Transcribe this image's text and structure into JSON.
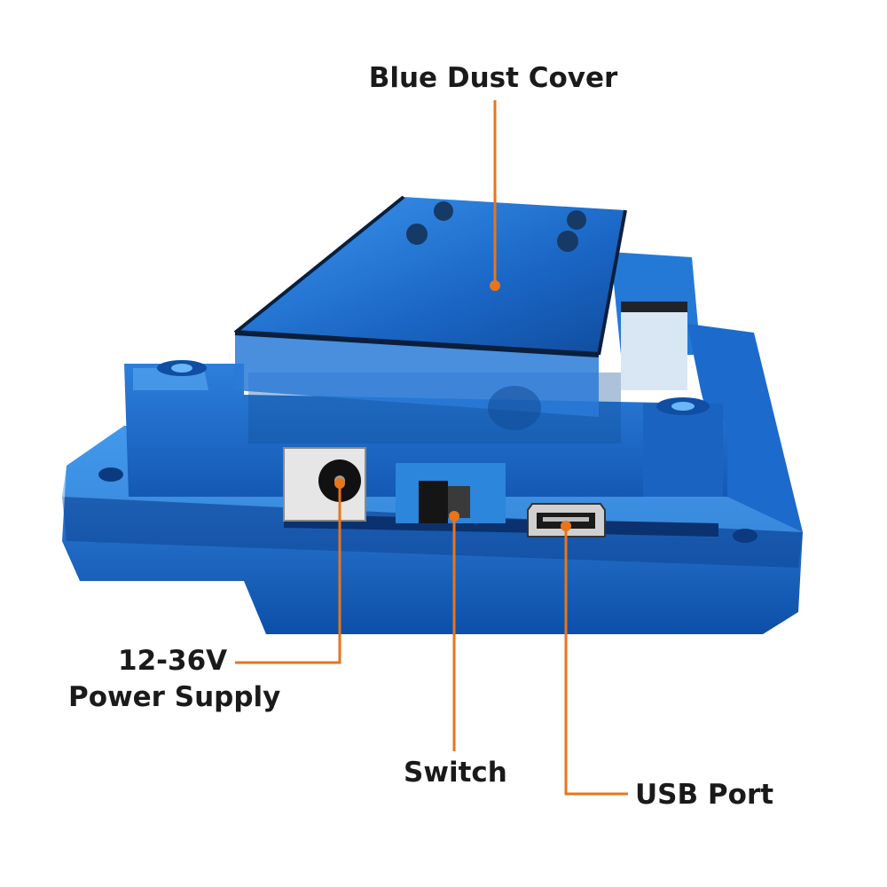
{
  "labels": {
    "cover": "Blue Dust Cover",
    "power_line1": "12-36V",
    "power_line2": "Power Supply",
    "switch": "Switch",
    "usb": "USB Port"
  },
  "colors": {
    "background": "#ffffff",
    "case_blue": "#1f6fd0",
    "case_dark": "#0a3f8a",
    "cover_blue": "#2f86e0",
    "callout": "#e8751a",
    "text": "#1a1a1a"
  },
  "icons": [
    "callout-dot-icon",
    "dc-jack-icon",
    "slide-switch-icon",
    "mini-usb-icon"
  ]
}
